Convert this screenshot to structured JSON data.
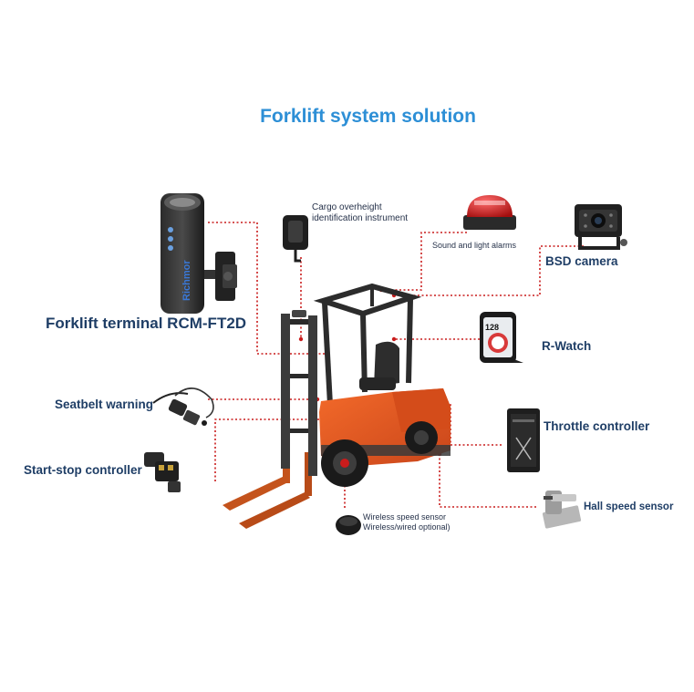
{
  "title": "Forklift system solution",
  "labels": {
    "terminal": "Forklift terminal RCM-FT2D",
    "cargo_line1": "Cargo overheight",
    "cargo_line2": "identification instrument",
    "alarm": "Sound and light alarms",
    "bsd": "BSD camera",
    "rwatch": "R-Watch",
    "seatbelt": "Seatbelt warning",
    "throttle": "Throttle controller",
    "startstop": "Start-stop controller",
    "wireless_line1": "Wireless speed sensor",
    "wireless_line2": "Wireless/wired optional)",
    "hall": "Hall speed sensor"
  },
  "device_text": {
    "brand": "Richmor",
    "watch_speed": "128"
  },
  "colors": {
    "title": "#2d8fd6",
    "label": "#1f3e66",
    "connector": "#c91c1c",
    "forklift_body": "#e85a1e",
    "forklift_dark": "#3a3a3a"
  }
}
